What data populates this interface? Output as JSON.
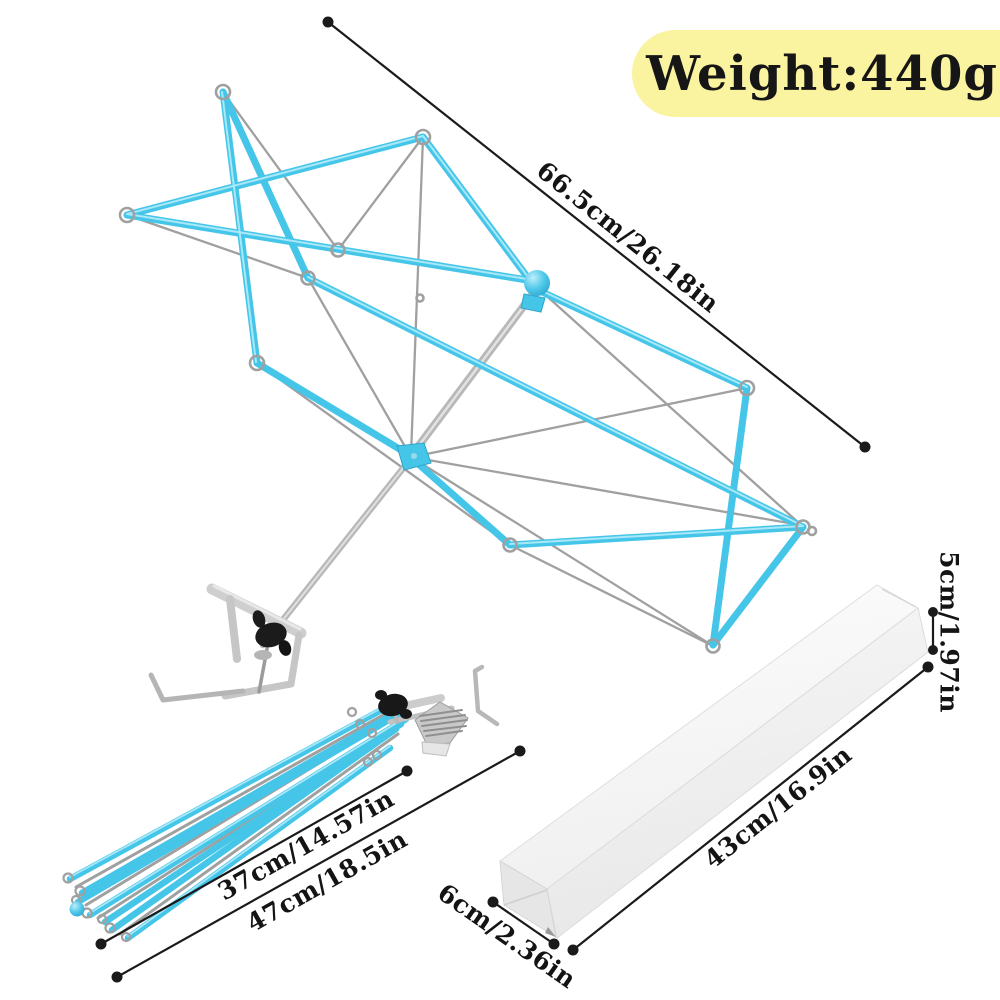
{
  "badge": {
    "label": "Weight:440g"
  },
  "dimensions": {
    "assembled_width": "66.5cm/26.18in",
    "folded_inner_length": "37cm/14.57in",
    "folded_total_length": "47cm/18.5in",
    "box_length": "43cm/16.9in",
    "box_height": "5cm/1.97in",
    "box_width": "6cm/2.36in"
  },
  "colors": {
    "badge_yellow": "#FAF3A0",
    "annotation_black": "#1A1A1A",
    "rod_blue": "#45C6E9",
    "rod_blue_highlight": "#A9E8F8",
    "metal_gray": "#A0A0A0",
    "metal_light": "#C9C9C9",
    "box_face": "#F2F2F2"
  }
}
